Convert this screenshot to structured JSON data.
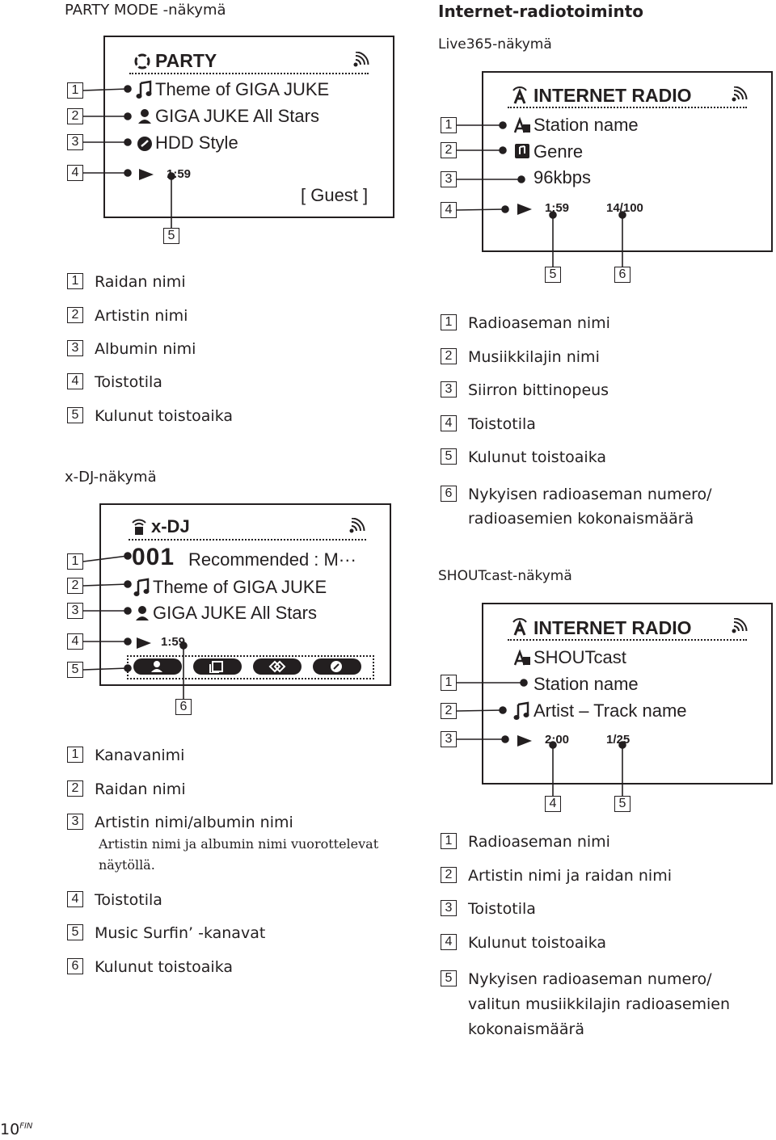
{
  "party": {
    "heading": "PARTY MODE -näkymä",
    "display": {
      "mode": "PARTY",
      "track": "Theme of  GIGA  JUKE",
      "artist": "GIGA  JUKE  All  Stars",
      "album": "HDD Style",
      "time": "1:59",
      "guest": "[ Guest ]"
    },
    "callouts": [
      "1",
      "2",
      "3",
      "4",
      "5"
    ],
    "legend": [
      "Raidan nimi",
      "Artistin nimi",
      "Albumin nimi",
      "Toistotila",
      "Kulunut toistoaika"
    ]
  },
  "xdj": {
    "heading": "x-DJ-näkymä",
    "display": {
      "mode": "x-DJ",
      "channel_no": "001",
      "channel": "Recommended : M···",
      "track": "Theme of  GIGA  JUKE",
      "artist": "GIGA  JUKE  All  Stars",
      "time": "1:59"
    },
    "callouts": [
      "1",
      "2",
      "3",
      "4",
      "5",
      "6"
    ],
    "legend": [
      "Kanavanimi",
      "Raidan nimi",
      "Artistin nimi/albumin nimi",
      "Toistotila",
      "Music Surfin’ -kanavat",
      "Kulunut toistoaika"
    ],
    "legend_note": [
      "Artistin nimi ja albumin nimi vuorottelevat",
      "näytöllä."
    ]
  },
  "radio": {
    "heading": "Internet-radiotoiminto",
    "live365": {
      "heading": "Live365-näkymä",
      "display": {
        "title": "INTERNET RADIO",
        "station": "Station name",
        "genre": "Genre",
        "bitrate": "96kbps",
        "time": "1:59",
        "count": "14/100"
      },
      "callouts": [
        "1",
        "2",
        "3",
        "4",
        "5",
        "6"
      ],
      "legend": [
        "Radioaseman nimi",
        "Musiikkilajin nimi",
        "Siirron bittinopeus",
        "Toistotila",
        "Kulunut toistoaika"
      ],
      "legend6": [
        "Nykyisen radioaseman numero/",
        "radioasemien kokonaismäärä"
      ]
    },
    "shoutcast": {
      "heading": "SHOUTcast-näkymä",
      "display": {
        "title": "INTERNET RADIO",
        "service": "SHOUTcast",
        "station": "Station name",
        "artist_track": "Artist – Track name",
        "time": "2:00",
        "count": "1/25"
      },
      "callouts": [
        "1",
        "2",
        "3",
        "4",
        "5"
      ],
      "legend": [
        "Radioaseman nimi",
        "Artistin nimi ja raidan nimi",
        "Toistotila",
        "Kulunut toistoaika"
      ],
      "legend5": [
        "Nykyisen radioaseman numero/",
        "valitun musiikkilajin radioasemien",
        "kokonaismäärä"
      ]
    }
  },
  "footer": {
    "page": "10",
    "lang": "FIN"
  }
}
